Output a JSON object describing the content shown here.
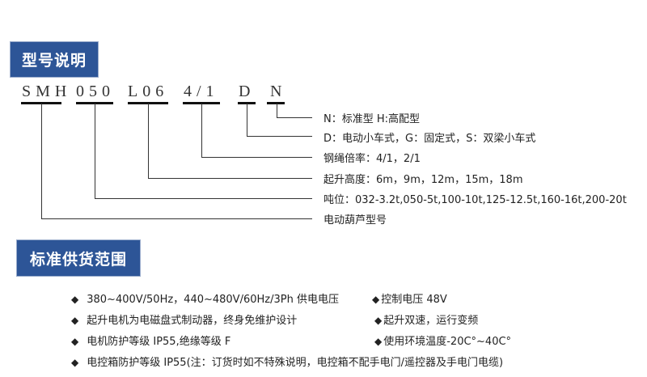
{
  "section1": {
    "title": "型号说明"
  },
  "model_code": {
    "segments": [
      "SMH",
      "050",
      "L06",
      "4/1",
      "D",
      "N"
    ]
  },
  "descriptions": [
    "N：标准型 H:高配型",
    "D：电动小车式，G：固定式，S：双梁小车式",
    "钢绳倍率：4/1，2/1",
    "起升高度：6m，9m，12m，15m，18m",
    "吨位：032-3.2t,050-5t,100-10t,125-12.5t,160-16t,200-20t",
    "电动葫芦型号"
  ],
  "section2": {
    "title": "标准供货范围"
  },
  "supply": {
    "bullet": "◆",
    "left": [
      "380~400V/50Hz，440~480V/60Hz/3Ph 供电电压",
      "起升电机为电磁盘式制动器，终身免维护设计",
      "电机防护等级 IP55,绝缘等级 F",
      "电控箱防护等级 IP55(注：订货时如不特殊说明，电控箱不配手电门/遥控器及手电门电缆)"
    ],
    "right": [
      "控制电压 48V",
      "起升双速，运行变频",
      "使用环境温度-20C°~40C°"
    ]
  },
  "colors": {
    "title_bg": "#2d5597",
    "title_text": "#ffffff"
  }
}
